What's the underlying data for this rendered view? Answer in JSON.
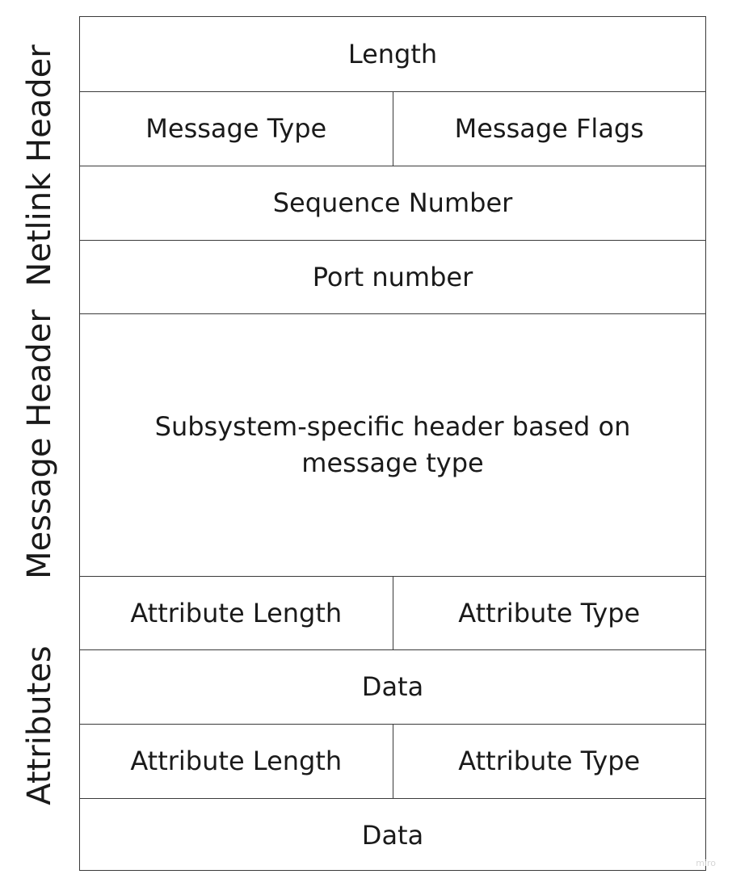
{
  "sections": {
    "netlink_header": "Netlink Header",
    "message_header": "Message Header",
    "attributes": "Attributes"
  },
  "rows": {
    "length": "Length",
    "message_type": "Message Type",
    "message_flags": "Message Flags",
    "sequence_number": "Sequence Number",
    "port_number": "Port number",
    "subsystem_header": "Subsystem-specific header based on message type",
    "attr1_length": "Attribute Length",
    "attr1_type": "Attribute Type",
    "attr1_data": "Data",
    "attr2_length": "Attribute Length",
    "attr2_type": "Attribute Type",
    "attr2_data": "Data"
  },
  "watermark": "miro"
}
